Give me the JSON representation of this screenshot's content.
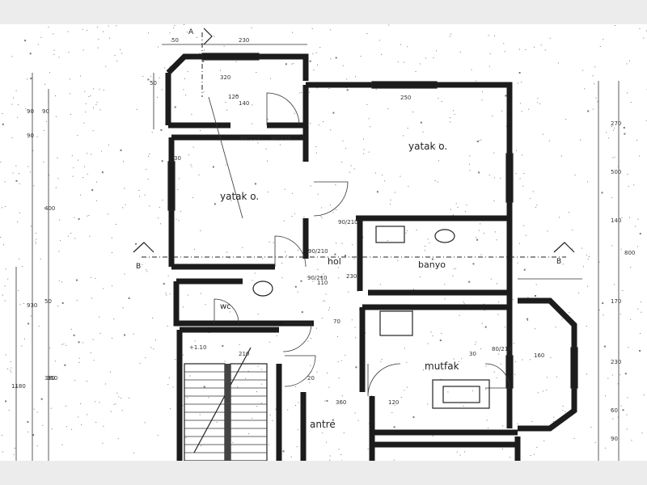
{
  "rooms": {
    "yatak_left": "yatak o.",
    "yatak_right": "yatak o.",
    "hol": "hol",
    "banyo": "banyo",
    "wc": "wc",
    "mutfak": "mutfak",
    "antre": "antre"
  },
  "section_markers": {
    "a_top": "A",
    "b_left": "B",
    "b_right": "B"
  },
  "dimensions": {
    "top": [
      "50",
      "230",
      "50",
      "90"
    ],
    "left_chain": [
      "90",
      "90",
      "400",
      "930",
      "1180",
      "380",
      "50"
    ],
    "right_chain": [
      "270",
      "500",
      "800",
      "140",
      "170",
      "230",
      "60",
      "90"
    ],
    "inner": [
      "320",
      "120",
      "140",
      "90/210",
      "80/210",
      "90/210",
      "90/210",
      "80/210",
      "90/210",
      "20",
      "110",
      "230",
      "70",
      "160",
      "250",
      "30",
      "350",
      "360",
      "120",
      "210",
      "+1.10",
      "30"
    ]
  },
  "colors": {
    "wall": "#1c1c1c",
    "paper": "#ffffff",
    "frame": "#ececec"
  }
}
